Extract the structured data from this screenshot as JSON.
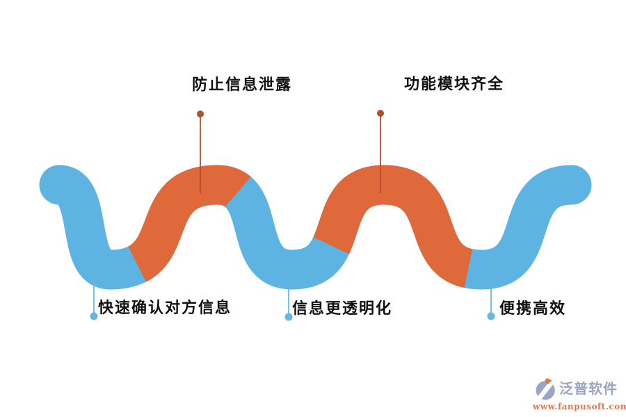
{
  "callouts": [
    {
      "label": "防止信息泄露",
      "position": "top",
      "accent": "orange"
    },
    {
      "label": "功能模块齐全",
      "position": "top",
      "accent": "orange"
    },
    {
      "label": "快速确认对方信息",
      "position": "bottom",
      "accent": "blue"
    },
    {
      "label": "信息更透明化",
      "position": "bottom",
      "accent": "blue"
    },
    {
      "label": "便携高效",
      "position": "bottom",
      "accent": "blue"
    }
  ],
  "logo": {
    "name": "泛普软件",
    "url": "www.fanpusoft.com"
  },
  "colors": {
    "background": "#ffffff",
    "wave_blue": "#5db4e2",
    "wave_orange": "#e0693c",
    "callout_orange": "#b0512b",
    "callout_blue": "#66b7e2",
    "text": "#111111",
    "logo_text": "#9aa5c6",
    "logo_accent": "#e4764f"
  },
  "wave": {
    "orange_segments_x": [
      [
        197,
        342
      ],
      [
        476,
        673
      ]
    ]
  }
}
